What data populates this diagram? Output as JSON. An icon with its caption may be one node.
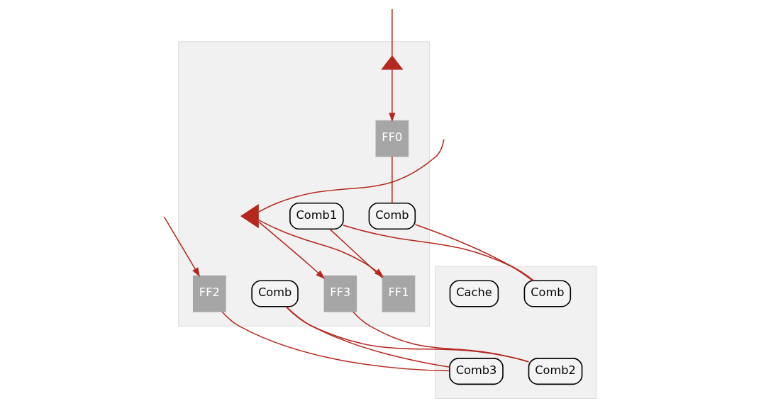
{
  "diagram": {
    "nodes": [
      {
        "text": [],
        "shape": "box"
      },
      {
        "text": [
          "FF0"
        ],
        "in": 0
      },
      {
        "text": [
          "Comb"
        ],
        "in": 0
      },
      {
        "text": [
          "Comb1"
        ],
        "in": 0
      },
      {
        "text": [
          "FF1"
        ],
        "in": 0
      },
      {
        "text": [
          "FF2"
        ],
        "in": 0
      },
      {
        "text": [
          "FF3"
        ],
        "in": 0
      },
      {
        "text": [
          "Comb"
        ],
        "in": 0
      },
      {
        "text": [],
        "shape": "triangle",
        "in": 0
      },
      {
        "text": [],
        "shape": "triangle",
        "in": 0
      },
      {
        "text": [],
        "shape": "box"
      },
      {
        "text": [
          "Comb"
        ],
        "in": 10
      },
      {
        "text": [
          "Cache"
        ],
        "in": 10
      },
      {
        "text": [
          "Comb3"
        ],
        "in": 10
      },
      {
        "text": [
          "Comb2"
        ],
        "in": 10
      }
    ],
    "edges": [
      {
        "from": null,
        "to": 8,
        "arrow": "none"
      },
      {
        "from": 8,
        "to": 1,
        "arrow": "to"
      },
      {
        "from": null,
        "to": 5,
        "arrow": "to"
      },
      {
        "from": null,
        "to": 9,
        "arrow": "none"
      },
      {
        "from": 9,
        "to": 4,
        "arrow": "to"
      },
      {
        "from": 9,
        "to": 6,
        "arrow": "to"
      },
      {
        "from": 1,
        "to": 2,
        "arrow": "none"
      },
      {
        "from": 3,
        "to": 4,
        "arrow": "none"
      },
      {
        "from": 2,
        "to": 11,
        "arrow": "none"
      },
      {
        "from": 3,
        "to": 11,
        "arrow": "none"
      },
      {
        "from": 5,
        "to": 13,
        "arrow": "none"
      },
      {
        "from": 7,
        "to": 13,
        "arrow": "none"
      },
      {
        "from": 7,
        "to": 14,
        "arrow": "none"
      },
      {
        "from": 6,
        "to": 14,
        "arrow": "none"
      }
    ]
  }
}
